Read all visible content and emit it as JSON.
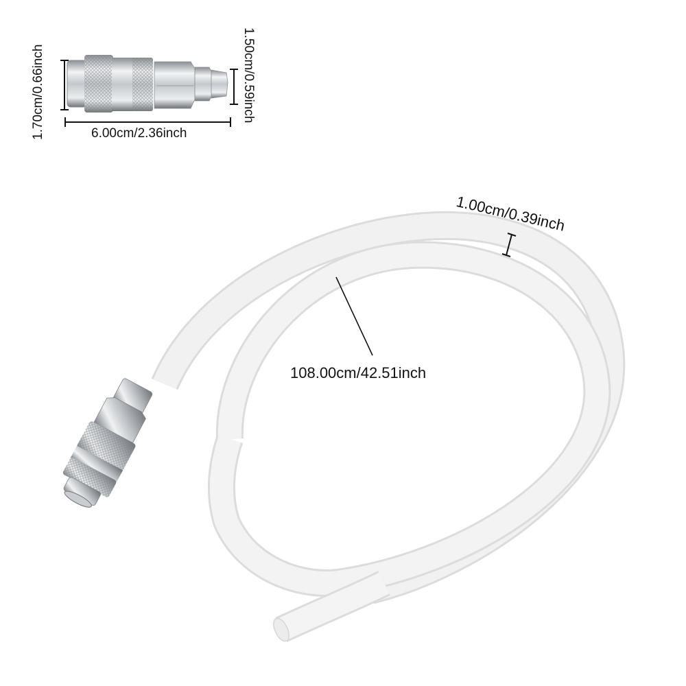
{
  "product_image": {
    "subject": "air hose with quick coupler connector",
    "background_color": "#ffffff",
    "connector_detail": {
      "width_label": "6.00cm/2.36inch",
      "inlet_diameter_label": "1.70cm/0.66inch",
      "outlet_diameter_label": "1.50cm/0.59inch"
    },
    "hose": {
      "outer_diameter_label": "1.00cm/0.39inch",
      "length_label": "108.00cm/42.51inch",
      "color": "#f0f0f0"
    },
    "colors": {
      "metal_light": "#e6e8ea",
      "metal_mid": "#b5b9bd",
      "metal_dark": "#6e7378",
      "dimension_line": "#111111"
    }
  }
}
